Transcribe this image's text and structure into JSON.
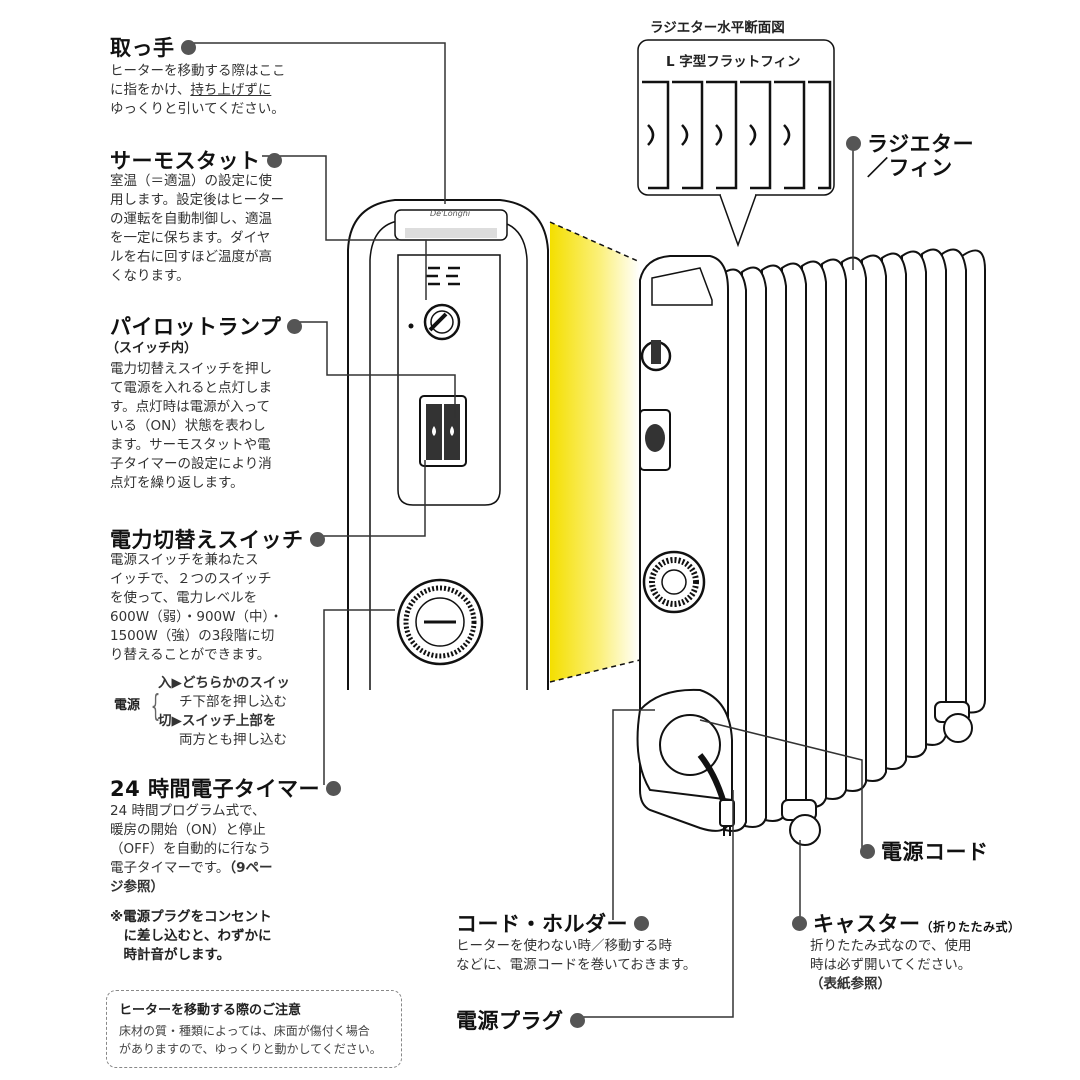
{
  "cross_section": {
    "title": "ラジエター水平断面図",
    "fin_label": "L 字型フラットフィン"
  },
  "front_panel": {
    "brand": "De'Longhi"
  },
  "callouts": {
    "handle": {
      "title": "取っ手",
      "desc_1": "ヒーターを移動する際はここ",
      "desc_2a": "に指をかけ、",
      "desc_2b": "持ち上げずに",
      "desc_3": "ゆっくりと引いてください。"
    },
    "thermostat": {
      "title": "サーモスタット",
      "lines": [
        "室温（＝適温）の設定に使",
        "用します。設定後はヒーター",
        "の運転を自動制御し、適温",
        "を一定に保ちます。ダイヤ",
        "ルを右に回すほど温度が高",
        "くなります。"
      ]
    },
    "pilot_lamp": {
      "title": "パイロットランプ",
      "subtitle": "（スイッチ内）",
      "lines": [
        "電力切替えスイッチを押し",
        "て電源を入れると点灯しま",
        "す。点灯時は電源が入って",
        "いる（ON）状態を表わし",
        "ます。サーモスタットや電",
        "子タイマーの設定により消",
        "点灯を繰り返します。"
      ]
    },
    "power_switch": {
      "title": "電力切替えスイッチ",
      "lines": [
        "電源スイッチを兼ねたス",
        "イッチで、２つのスイッチ",
        "を使って、電力レベルを",
        "600W（弱）・900W（中）・",
        "1500W（強）の3段階に切",
        "り替えることができます。"
      ],
      "power_label": "電源",
      "on_1": "入▶どちらかのスイッ",
      "on_2": "チ下部を押し込む",
      "off_1": "切▶スイッチ上部を",
      "off_2": "両方とも押し込む"
    },
    "timer": {
      "title": "24 時間電子タイマー",
      "lines": [
        "24 時間プログラム式で、",
        "暖房の開始（ON）と停止",
        "（OFF）を自動的に行なう"
      ],
      "line_4a": "電子タイマーです。",
      "line_4b": "（9ペー",
      "line_5": "ジ参照）",
      "note": [
        "※電源プラグをコンセント",
        "　に差し込むと、わずかに",
        "　時計音がします。"
      ]
    },
    "radiator_fin": {
      "title_1": "ラジエター",
      "title_2": "／フィン"
    },
    "power_cord": {
      "title": "電源コード"
    },
    "caster": {
      "title": "キャスター",
      "title_small": "（折りたたみ式）",
      "lines": [
        "折りたたみ式なので、使用",
        "時は必ず開いてください。"
      ],
      "ref": "（表紙参照）"
    },
    "cord_holder": {
      "title": "コード・ホルダー",
      "lines": [
        "ヒーターを使わない時／移動する時",
        "などに、電源コードを巻いておきます。"
      ]
    },
    "power_plug": {
      "title": "電源プラグ"
    }
  },
  "caution_box": {
    "title": "ヒーターを移動する際のご注意",
    "lines": [
      "床材の質・種類によっては、床面が傷付く場合",
      "がありますので、ゆっくりと動かしてください。"
    ]
  },
  "colors": {
    "highlight": "#f7e600",
    "leader": "#333333",
    "dot": "#555555"
  }
}
